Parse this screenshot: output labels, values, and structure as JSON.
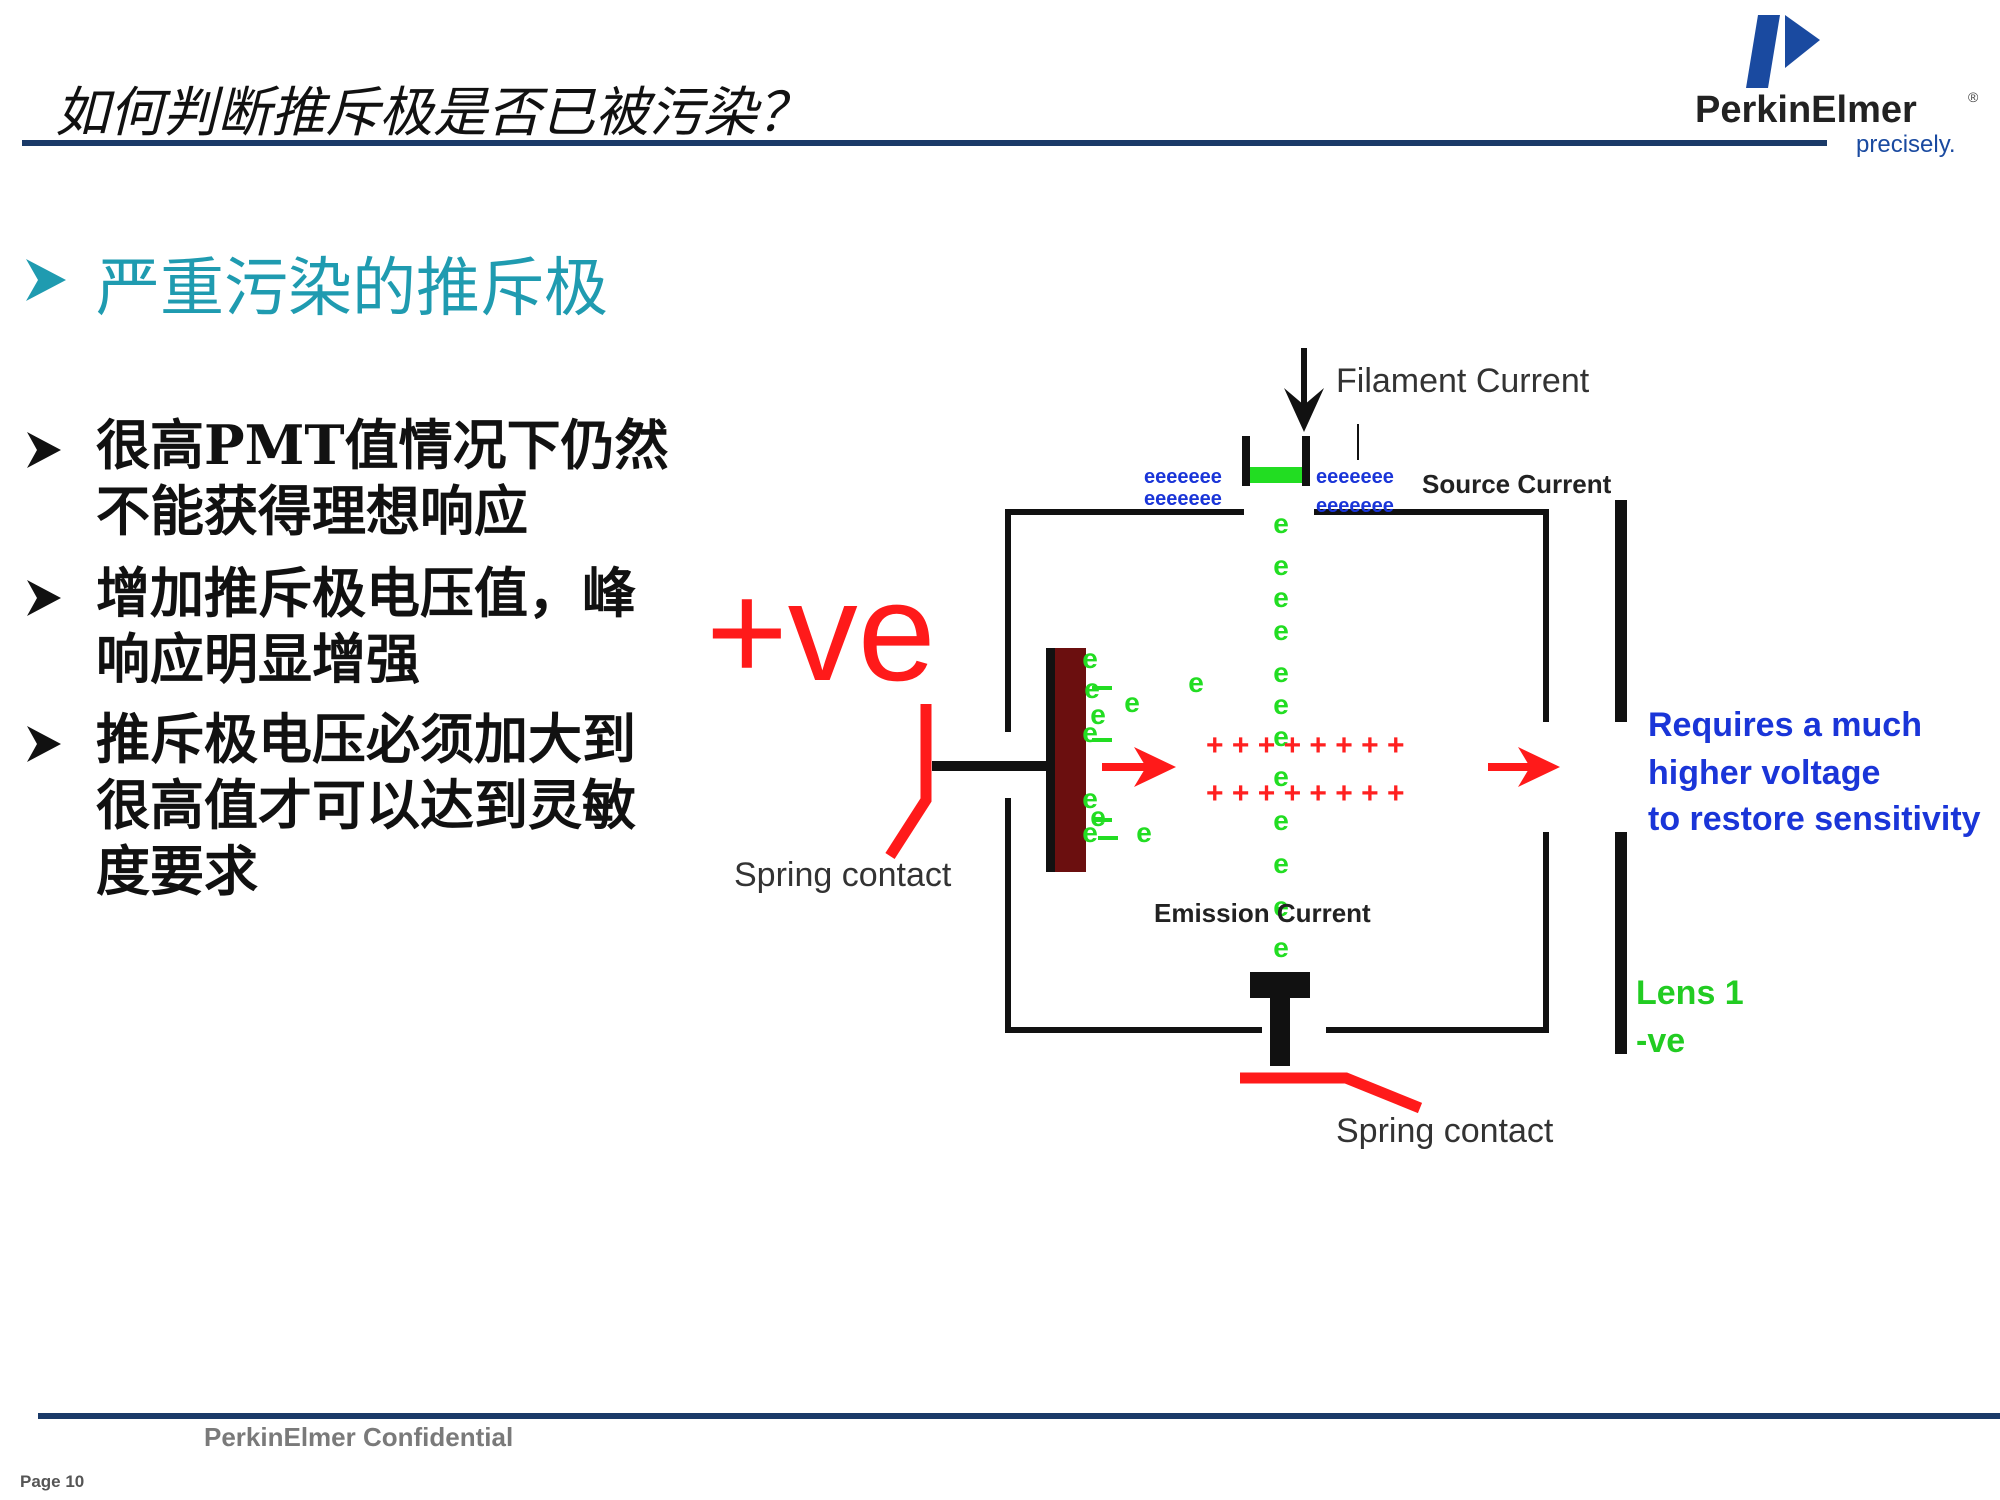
{
  "header": {
    "title": "如何判断推斥极是否已被污染？",
    "logo": {
      "brand": "PerkinElmer",
      "registered": "®",
      "tagline": "precisely."
    }
  },
  "section": {
    "heading": "严重污染的推斥极"
  },
  "bullets": [
    {
      "lines": [
        "很高PMT值情况下仍然",
        "不能获得理想响应"
      ]
    },
    {
      "lines": [
        "增加推斥极电压值，峰",
        "响应明显增强"
      ]
    },
    {
      "lines": [
        "推斥极电压必须加大到",
        "很高值才可以达到灵敏",
        "度要求"
      ]
    }
  ],
  "diagram": {
    "filament_current_label": "Filament Current",
    "source_current_label": "Source Current",
    "repeller_charge_label": "+ve",
    "spring_contact_left_label": "Spring contact",
    "spring_contact_bottom_label": "Spring contact",
    "emission_current_label": "Emission Current",
    "electron_symbol": "e",
    "source_electron_rows": [
      "eeeeeee",
      "eeeeeee",
      "eeeeeee",
      "eeeeeee"
    ],
    "ion_rows": [
      "+ + +  + + +  + +",
      "+ + +  + + +  + +"
    ],
    "note_lines": [
      "Requires a much",
      "higher voltage",
      "to restore sensitivity"
    ],
    "lens_lines": [
      "Lens 1",
      "-ve"
    ],
    "colors": {
      "electron": "#22dd22",
      "ion": "#ff2020",
      "note": "#1a35d8",
      "lens": "#22cc22",
      "repeller": "#6b0f0f",
      "spring": "#ff1a1a"
    }
  },
  "footer": {
    "confidential": "PerkinElmer Confidential",
    "page": "Page 10"
  },
  "icons": [
    "perkinelmer-logo-icon",
    "bullet-arrow-icon",
    "down-arrow-icon",
    "right-arrow-icon"
  ]
}
